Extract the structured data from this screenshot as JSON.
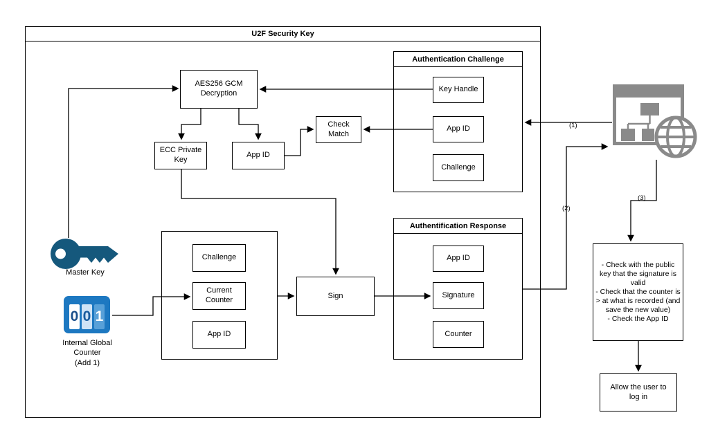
{
  "title": "U2F Security Key",
  "boxes": {
    "aes": "AES256 GCM Decryption",
    "ecc_private_key": "ECC Private Key",
    "app_id": "App ID",
    "check_match": "Check Match",
    "sign": "Sign"
  },
  "auth_challenge": {
    "title": "Authentication Challenge",
    "items": [
      "Key Handle",
      "App ID",
      "Challenge"
    ]
  },
  "auth_response": {
    "title": "Authentification Response",
    "items": [
      "App ID",
      "Signature",
      "Counter"
    ]
  },
  "sign_inputs": {
    "items": [
      "Challenge",
      "Current Counter",
      "App ID"
    ]
  },
  "master_key": {
    "label": "Master Key"
  },
  "internal_counter": {
    "label": "Internal Global\nCounter\n(Add 1)",
    "digits": [
      "0",
      "0",
      "1"
    ]
  },
  "flow_labels": {
    "step1": "(1)",
    "step2": "(2)",
    "step3": "(3)"
  },
  "server": {
    "checks": "- Check with the public key that the signature is valid\n- Check that the counter is > at what is recorded (and save the new value)\n- Check the App ID",
    "allow": "Allow the user to log in"
  },
  "colors": {
    "line": "#000000",
    "icon_gray": "#8a8a8a",
    "key_blue": "#15587c",
    "counter_blue": "#1d78c1"
  }
}
